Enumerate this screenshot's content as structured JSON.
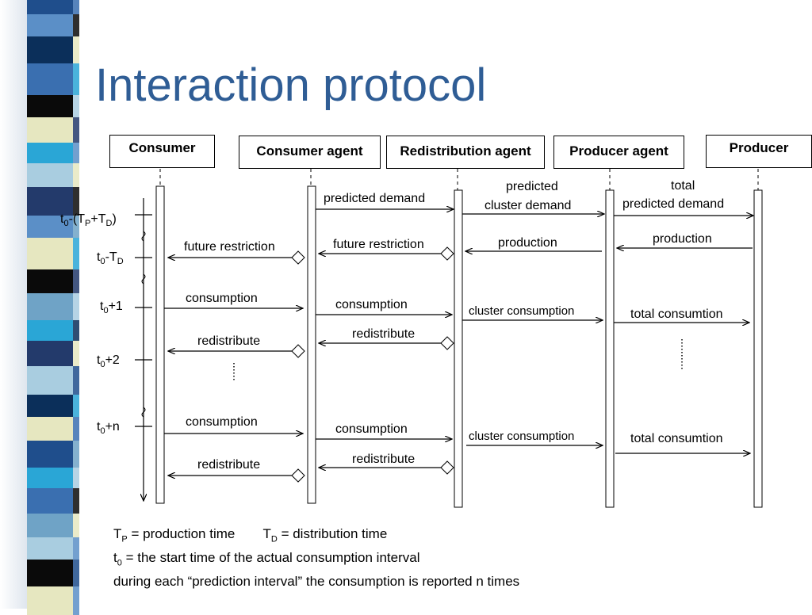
{
  "title": "Interaction protocol",
  "actors": {
    "consumer": "Consumer",
    "consumer_agent": "Consumer agent",
    "redistribution_agent": "Redistribution agent",
    "producer_agent": "Producer agent",
    "producer": "Producer"
  },
  "times": {
    "t0_tp_td": {
      "t": "t",
      "sub0": "0",
      "mid": "-(T",
      "subP": "P",
      "plus": "+T",
      "subD": "D",
      "end": ")"
    },
    "t0_td": {
      "t": "t",
      "sub0": "0",
      "rest": "-T",
      "subD": "D"
    },
    "t0_1": {
      "t": "t",
      "sub0": "0",
      "rest": "+1"
    },
    "t0_2": {
      "t": "t",
      "sub0": "0",
      "rest": "+2"
    },
    "t0_n": {
      "t": "t",
      "sub0": "0",
      "rest": "+n"
    }
  },
  "messages": {
    "predicted_demand": "predicted demand",
    "predicted_cluster_demand_1": "predicted",
    "predicted_cluster_demand_2": "cluster demand",
    "total_predicted_demand_1": "total",
    "total_predicted_demand_2": "predicted demand",
    "future_restriction_1": "future restriction",
    "future_restriction_2": "future restriction",
    "production_1": "production",
    "production_2": "production",
    "consumption_1": "consumption",
    "consumption_2": "consumption",
    "cluster_consumption_1": "cluster consumption",
    "total_consumtion_1": "total consumtion",
    "redistribute_1": "redistribute",
    "redistribute_2": "redistribute",
    "consumption_3": "consumption",
    "consumption_4": "consumption",
    "cluster_consumption_2": "cluster consumption",
    "total_consumtion_2": "total consumtion",
    "redistribute_3": "redistribute",
    "redistribute_4": "redistribute"
  },
  "notes": {
    "line1_tp": "T",
    "line1_tp_sub": "P",
    "line1_tp_text": " = production time",
    "line1_td": "T",
    "line1_td_sub": "D",
    "line1_td_text": " = distribution time",
    "line2_t": "t",
    "line2_sub": "0",
    "line2_text": " = the start time of the actual consumption interval",
    "line3": "during each “prediction interval” the consumption is reported n times"
  },
  "colors": {
    "title": "#2f5d95",
    "stripe_palette": [
      "#1f4e8c",
      "#5b8fc7",
      "#0b2f5a",
      "#3a6fb0",
      "#e6e7c0",
      "#0a0a0a",
      "#2aa6d6",
      "#a9cde0",
      "#233a6b",
      "#6fa3c6"
    ]
  }
}
